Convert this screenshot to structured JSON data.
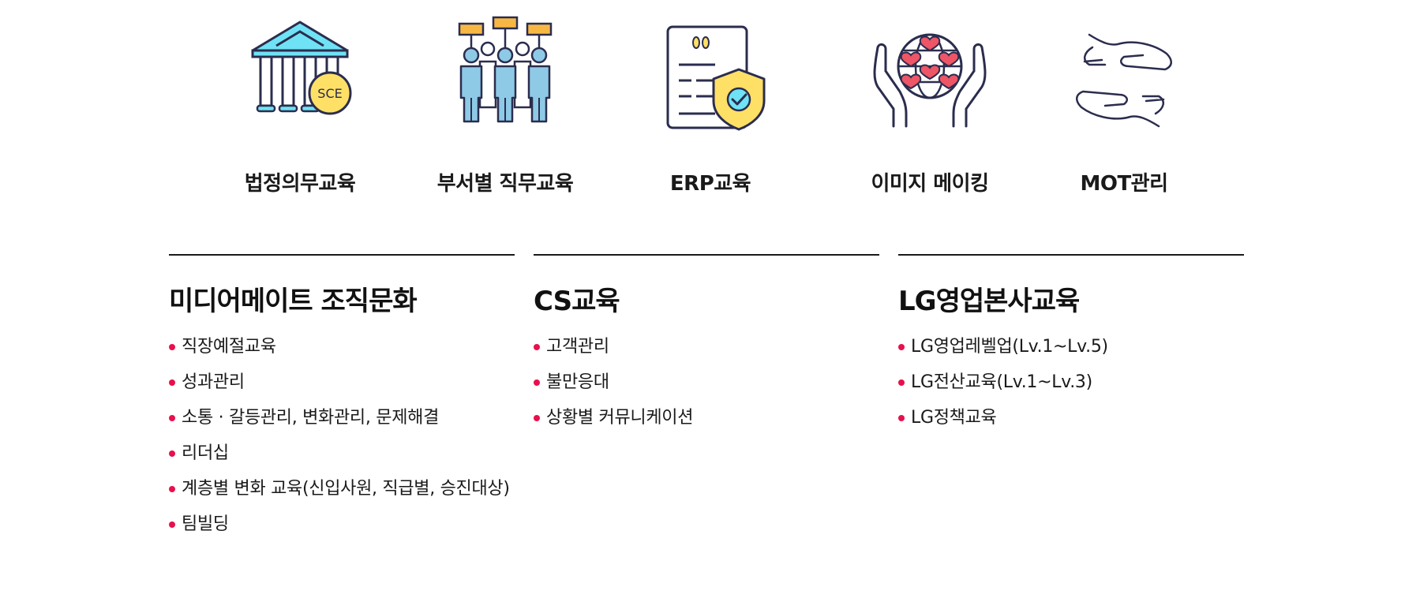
{
  "colors": {
    "accent": "#e8104c",
    "rule": "#1a1a1a",
    "text": "#1a1a1a"
  },
  "programs": [
    {
      "label": "법정의무교육",
      "icon": "courthouse-sce-icon",
      "icon_text": "SCE"
    },
    {
      "label": "부서별 직무교육",
      "icon": "team-with-signs-icon"
    },
    {
      "label": "ERP교육",
      "icon": "document-shield-check-icon"
    },
    {
      "label": "이미지 메이킹",
      "icon": "hands-globe-hearts-icon"
    },
    {
      "label": "MOT관리",
      "icon": "caring-hands-icon"
    }
  ],
  "columns": [
    {
      "title": "미디어메이트 조직문화",
      "items": [
        "직장예절교육",
        "성과관리",
        "소통 · 갈등관리, 변화관리, 문제해결",
        "리더십",
        "계층별 변화 교육(신입사원, 직급별, 승진대상)",
        "팀빌딩"
      ]
    },
    {
      "title": "CS교육",
      "items": [
        "고객관리",
        "불만응대",
        "상황별 커뮤니케이션"
      ]
    },
    {
      "title": "LG영업본사교육",
      "items": [
        "LG영업레벨업(Lv.1~Lv.5)",
        "LG전산교육(Lv.1~Lv.3)",
        "LG정책교육"
      ]
    }
  ]
}
